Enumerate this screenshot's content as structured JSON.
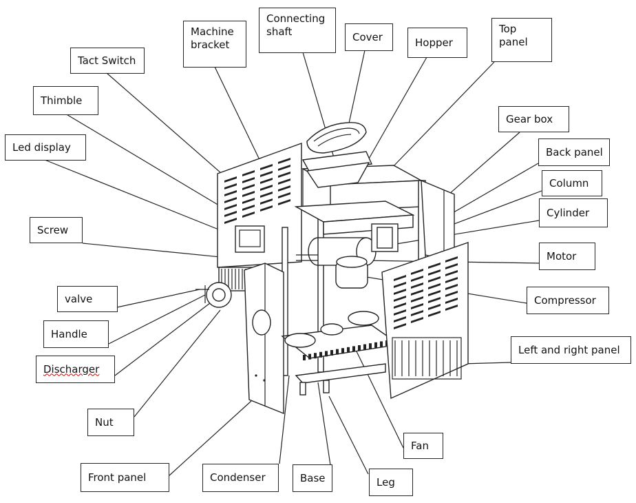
{
  "labels": {
    "machine_bracket": "Machine\nbracket",
    "connecting_shaft": "Connecting\nshaft",
    "cover": "Cover",
    "hopper": "Hopper",
    "top_panel": "Top\npanel",
    "tact_switch": "Tact Switch",
    "thimble": "Thimble",
    "led_display": "Led display",
    "gear_box": "Gear box",
    "back_panel": "Back panel",
    "column": "Column",
    "cylinder": "Cylinder",
    "screw": "Screw",
    "motor": "Motor",
    "valve": "valve",
    "compressor": "Compressor",
    "handle": "Handle",
    "left_right_panel": "Left and right panel",
    "discharger": "Discharger",
    "nut": "Nut",
    "fan": "Fan",
    "front_panel": "Front panel",
    "condenser": "Condenser",
    "base": "Base",
    "leg": "Leg"
  }
}
